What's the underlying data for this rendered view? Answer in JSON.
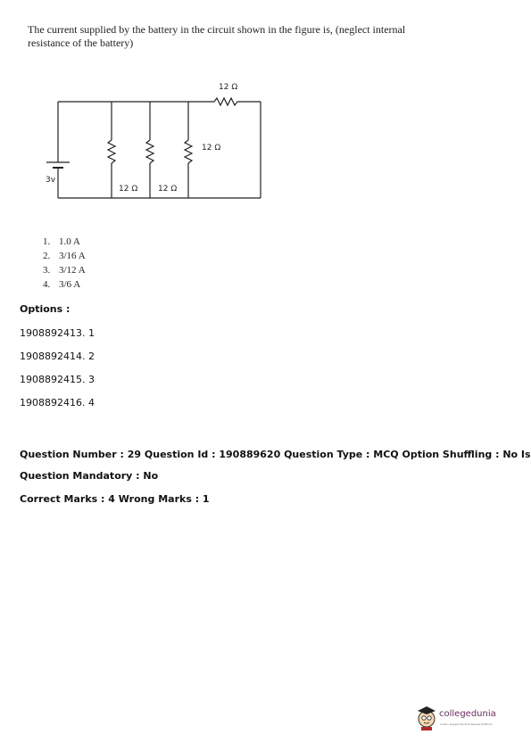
{
  "question": {
    "line1": "The current supplied by the battery in the circuit shown in the figure is, (neglect internal",
    "line2": "resistance of the battery)"
  },
  "circuit": {
    "top_resistor_label": "12 Ω",
    "right_resistor_label": "12 Ω",
    "bottom_label_1": "12 Ω",
    "bottom_label_2": "12 Ω",
    "battery_label": "3v"
  },
  "choices": [
    {
      "num": "1.",
      "text": "1.0 A"
    },
    {
      "num": "2.",
      "text": "3/16 A"
    },
    {
      "num": "3.",
      "text": "3/12 A"
    },
    {
      "num": "4.",
      "text": "3/6 A"
    }
  ],
  "options": {
    "heading": "Options :",
    "items": [
      "1908892413. 1",
      "1908892414. 2",
      "1908892415. 3",
      "1908892416. 4"
    ]
  },
  "next_question": {
    "line1": "Question Number : 29 Question Id : 190889620 Question Type : MCQ Option Shuffling : No Is",
    "line2": "Question Mandatory : No",
    "line3": "Correct Marks : 4 Wrong Marks : 1"
  },
  "logo": {
    "name": "collegedunia",
    "tagline": "India's largest Student Review Platform"
  }
}
